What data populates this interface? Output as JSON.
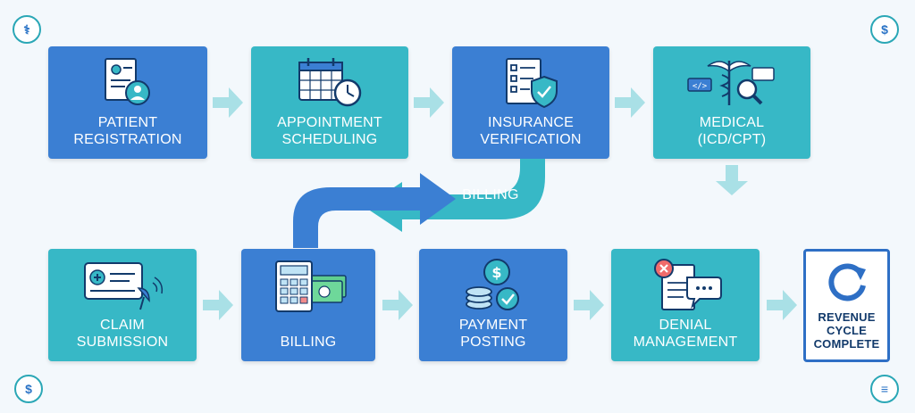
{
  "colors": {
    "blue": "#3b7fd3",
    "teal": "#37b8c6",
    "arrow": "#a9e0e6",
    "navy": "#2e6fc5"
  },
  "top_row": [
    {
      "label1": "PATIENT",
      "label2": "REGISTRATION",
      "icon": "patient-document-icon"
    },
    {
      "label1": "APPOINTMENT",
      "label2": "SCHEDULING",
      "icon": "calendar-clock-icon"
    },
    {
      "label1": "INSURANCE",
      "label2": "VERIFICATION",
      "icon": "checklist-shield-icon"
    },
    {
      "label1": "MEDICAL",
      "label2": "(ICD/CPT)",
      "icon": "caduceus-code-icon"
    }
  ],
  "connector": {
    "label": "BILLING"
  },
  "bottom_row": [
    {
      "label1": "CLAIM",
      "label2": "SUBMISSION",
      "icon": "claim-card-satellite-icon"
    },
    {
      "label1": "BILLING",
      "label2": "",
      "icon": "calculator-cash-icon"
    },
    {
      "label1": "PAYMENT",
      "label2": "POSTING",
      "icon": "coins-check-icon"
    },
    {
      "label1": "DENIAL",
      "label2": "MANAGEMENT",
      "icon": "document-denial-icon"
    }
  ],
  "final": {
    "label1": "REVENUE",
    "label2": "CYCLE",
    "label3": "COMPLETE",
    "icon": "cycle-arrow-icon"
  },
  "corners": [
    {
      "name": "stethoscope-icon",
      "glyph": "⚕"
    },
    {
      "name": "dollar-icon",
      "glyph": "$"
    },
    {
      "name": "dollar-icon",
      "glyph": "$"
    },
    {
      "name": "document-search-icon",
      "glyph": "≡"
    }
  ]
}
